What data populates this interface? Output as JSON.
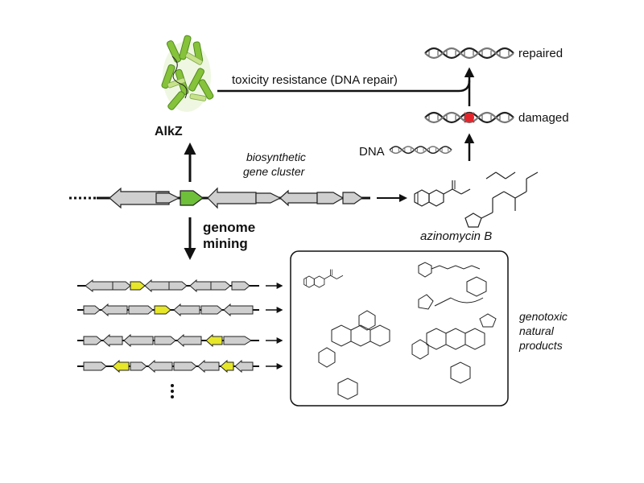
{
  "labels": {
    "alkz": "AlkZ",
    "arrow_resistance": "toxicity resistance (DNA repair)",
    "repaired": "repaired",
    "damaged": "damaged",
    "dna": "DNA",
    "bgc_line1": "biosynthetic",
    "bgc_line2": "gene cluster",
    "genome_line1": "genome",
    "genome_line2": "mining",
    "azinomycin": "azinomycin B",
    "products_line1": "genotoxic",
    "products_line2": "natural",
    "products_line3": "products"
  },
  "colors": {
    "gene_fill": "#cfcfcf",
    "alkz_gene_fill": "#6ebf3a",
    "homolog_fill": "#e6e62a",
    "protein_green": "#86c23a",
    "protein_light": "#c7e28a",
    "damage_mark": "#e3262c",
    "line": "#111111"
  },
  "icons": {
    "protein": "alkz-protein-ribbon-icon",
    "dna": "dna-double-helix-icon",
    "molecule": "chemical-structure-icon"
  }
}
